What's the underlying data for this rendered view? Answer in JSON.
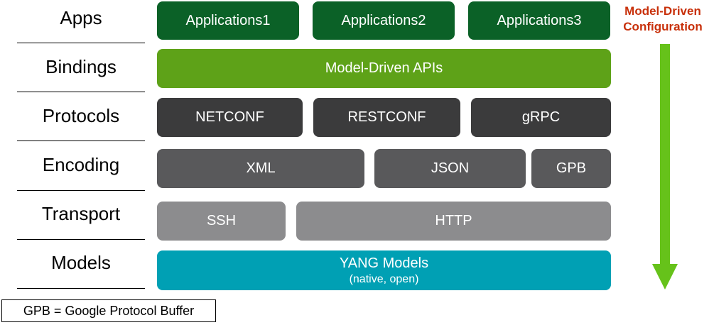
{
  "colors": {
    "apps": "#0b6127",
    "bindings": "#5ea218",
    "protocols": "#3b3b3c",
    "encoding": "#59595b",
    "transport": "#8c8c8e",
    "models": "#00a0b4",
    "arrow": "#66c21a",
    "arrow_title": "#c8300a"
  },
  "layers": [
    {
      "label": "Apps"
    },
    {
      "label": "Bindings"
    },
    {
      "label": "Protocols"
    },
    {
      "label": "Encoding"
    },
    {
      "label": "Transport"
    },
    {
      "label": "Models"
    }
  ],
  "apps": [
    "Applications1",
    "Applications2",
    "Applications3"
  ],
  "bindings": "Model-Driven APIs",
  "protocols": [
    "NETCONF",
    "RESTCONF",
    "gRPC"
  ],
  "encoding": [
    "XML",
    "JSON",
    "GPB"
  ],
  "transport": [
    "SSH",
    "HTTP"
  ],
  "models": {
    "title": "YANG Models",
    "subtitle": "(native, open)"
  },
  "arrow": {
    "line1": "Model-Driven",
    "line2": "Configuration"
  },
  "legend": "GPB = Google Protocol Buffer"
}
